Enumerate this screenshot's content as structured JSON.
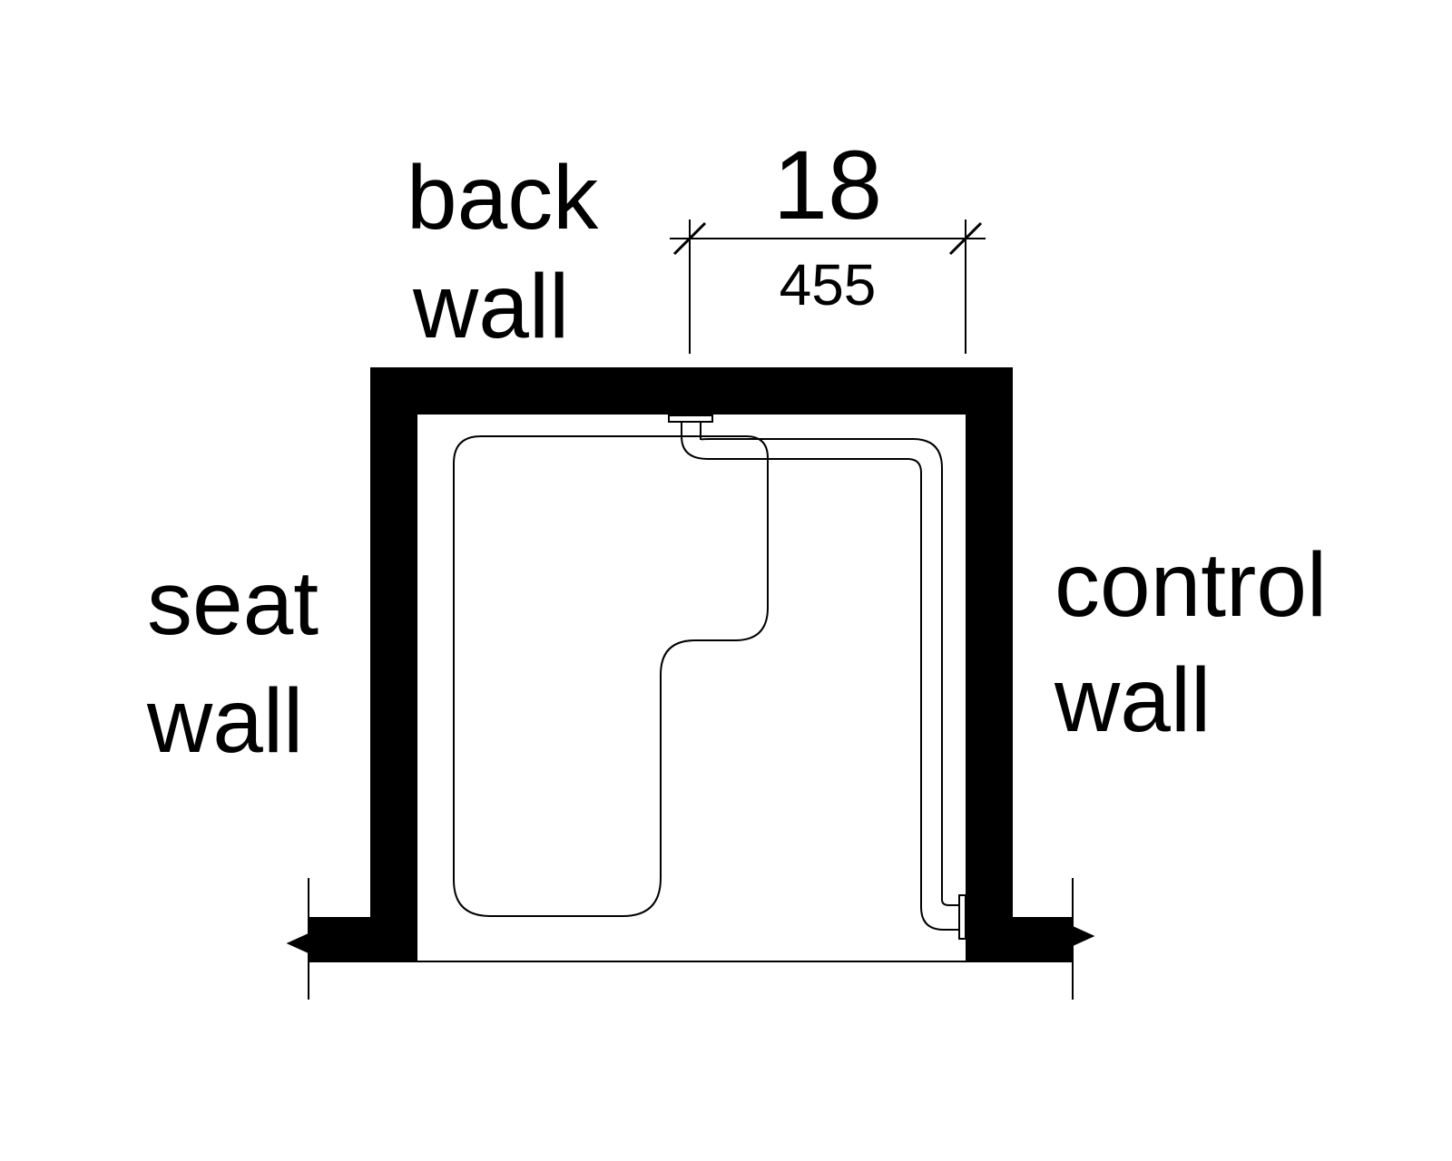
{
  "labels": {
    "back_wall_line1": "back",
    "back_wall_line2": "wall",
    "seat_wall_line1": "seat",
    "seat_wall_line2": "wall",
    "control_wall_line1": "control",
    "control_wall_line2": "wall"
  },
  "dimension": {
    "imperial": "18",
    "metric": "455"
  },
  "colors": {
    "wall_fill": "#000000",
    "line": "#000000",
    "background": "#ffffff"
  }
}
